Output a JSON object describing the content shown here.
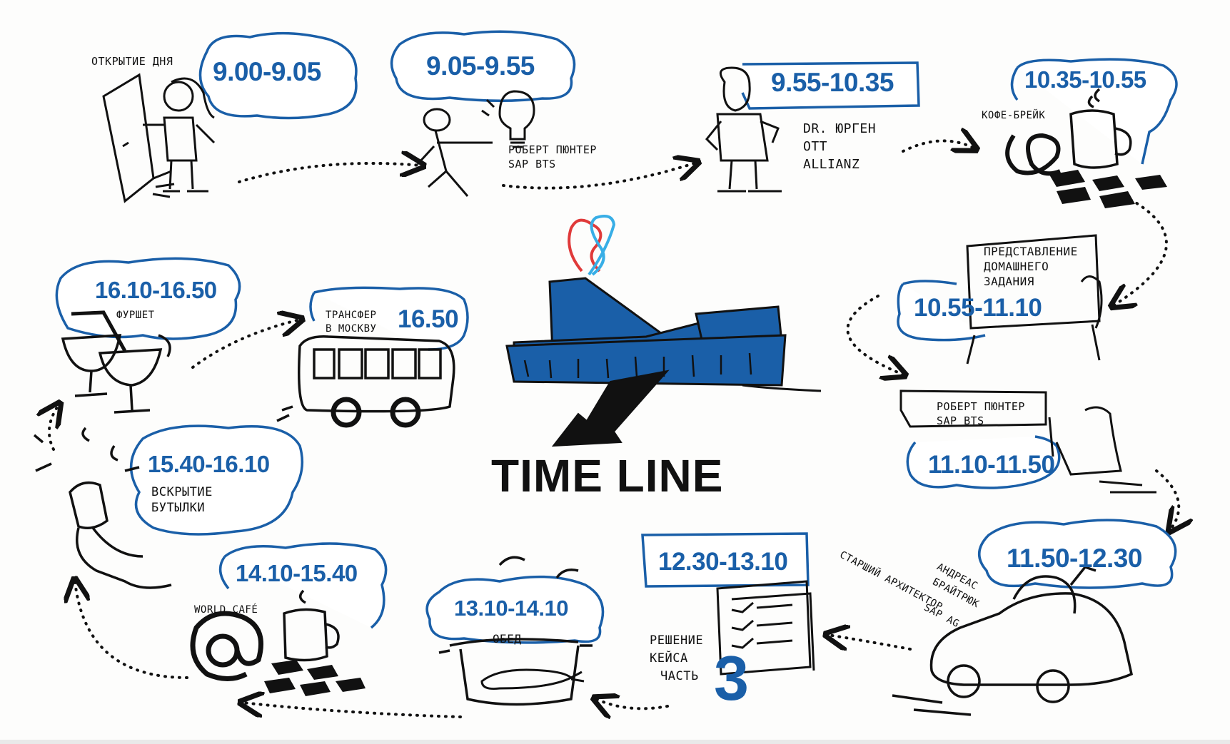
{
  "title": "TIME LINE",
  "colors": {
    "accent": "#1a5fa8",
    "ink": "#111111",
    "logo_red": "#e03a3a",
    "logo_cyan": "#38aee6"
  },
  "events": [
    {
      "time": "9.00-9.05",
      "label": "ОТКРЫТИЕ ДНЯ"
    },
    {
      "time": "9.05-9.55",
      "label_l1": "РОБЕРТ ПЮНТЕР",
      "label_l2": "SAP BTS"
    },
    {
      "time": "9.55-10.35",
      "label_l1": "DR. ЮРГЕН",
      "label_l2": "ОТТ",
      "label_l3": "ALLIANZ"
    },
    {
      "time": "10.35-10.55",
      "label": "КОФЕ-БРЕЙК"
    },
    {
      "time": "10.55-11.10",
      "label_l1": "ПРЕДСТАВЛЕНИЕ",
      "label_l2": "ДОМАШНЕГО",
      "label_l3": "ЗАДАНИЯ"
    },
    {
      "time": "11.10-11.50",
      "label_l1": "РОБЕРТ ПЮНТЕР",
      "label_l2": "SAP BTS"
    },
    {
      "time": "11.50-12.30",
      "label_l1": "СТАРШИЙ АРХИТЕКТОР",
      "label_l2": "АНДРЕАС",
      "label_l3": "БРАЙТРЮК",
      "label_l4": "SAP AG"
    },
    {
      "time": "12.30-13.10",
      "label_l1": "РЕШЕНИЕ",
      "label_l2": "КЕЙСА",
      "label_l3": "ЧАСТЬ",
      "number": "3"
    },
    {
      "time": "13.10-14.10",
      "label": "ОБЕД"
    },
    {
      "time": "14.10-15.40",
      "label": "WORLD CAFÉ"
    },
    {
      "time": "15.40-16.10",
      "label_l1": "ВСКРЫТИЕ",
      "label_l2": "БУТЫЛКИ"
    },
    {
      "time": "16.10-16.50",
      "label": "ФУРШЕТ"
    },
    {
      "time": "16.50",
      "label_l1": "ТРАНСФЕР",
      "label_l2": "В МОСКВУ"
    }
  ],
  "icons": [
    "door-icon",
    "person-icon",
    "lightbulb-icon",
    "coffee-mug-icon",
    "pretzel-icon",
    "flipchart-icon",
    "car-icon",
    "documents-icon",
    "pot-icon",
    "carrot-icon",
    "at-sign-icon",
    "champagne-bottle-icon",
    "cocktail-glasses-icon",
    "bus-icon",
    "building-icon",
    "logo-icon",
    "arrow-icon"
  ]
}
